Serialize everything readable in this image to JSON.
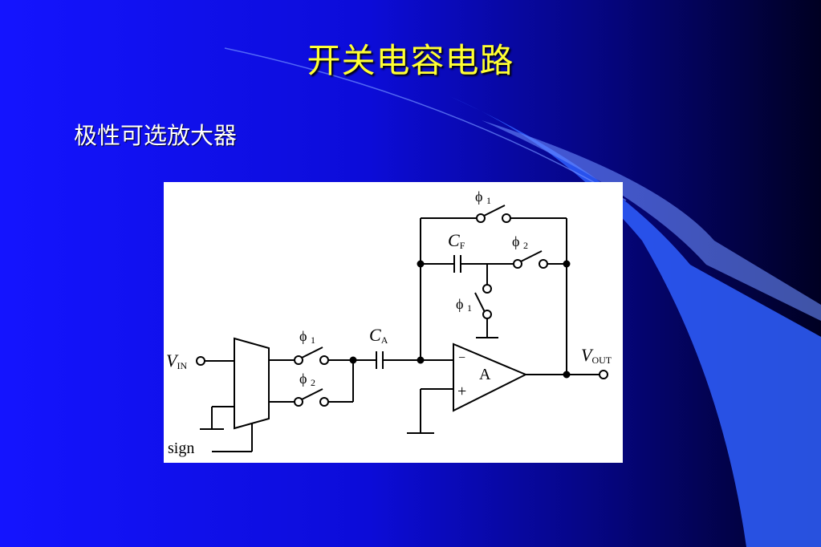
{
  "slide": {
    "title": "开关电容电路",
    "subtitle": "极性可选放大器"
  },
  "colors": {
    "background_left": "#1010ff",
    "background_right": "#000033",
    "title": "#ffff33",
    "panel": "#ffffff",
    "wire": "#000000"
  },
  "circuit": {
    "phi_symbol": "ϕ",
    "phi1_top": "1",
    "phi2_feedback": "2",
    "phi1_reset": "1",
    "phi1_input": "1",
    "phi2_input": "2",
    "cf_letter": "C",
    "cf_sub": "F",
    "ca_letter": "C",
    "ca_sub": "A",
    "vin_letter": "V",
    "vin_sub": "IN",
    "vout_letter": "V",
    "vout_sub": "OUT",
    "opamp_label": "A",
    "opamp_minus": "−",
    "opamp_plus": "+",
    "sign_label": "sign"
  }
}
